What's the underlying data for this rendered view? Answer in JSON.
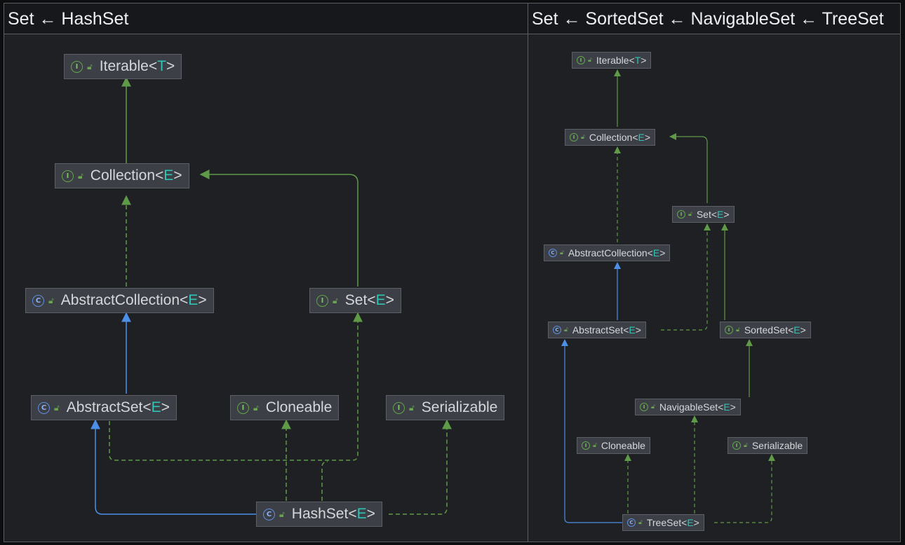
{
  "panels": [
    {
      "title": "Set ← HashSet",
      "nodes": {
        "iterable": {
          "kind": "interface",
          "name": "Iterable",
          "type_param": "T"
        },
        "collection": {
          "kind": "interface",
          "name": "Collection",
          "type_param": "E"
        },
        "abstract_collection": {
          "kind": "class",
          "name": "AbstractCollection",
          "type_param": "E"
        },
        "set": {
          "kind": "interface",
          "name": "Set",
          "type_param": "E"
        },
        "abstract_set": {
          "kind": "class",
          "name": "AbstractSet",
          "type_param": "E"
        },
        "cloneable": {
          "kind": "interface",
          "name": "Cloneable",
          "type_param": ""
        },
        "serializable": {
          "kind": "interface",
          "name": "Serializable",
          "type_param": ""
        },
        "hash_set": {
          "kind": "class",
          "name": "HashSet",
          "type_param": "E"
        }
      }
    },
    {
      "title": "Set ← SortedSet ← NavigableSet ← TreeSet",
      "nodes": {
        "iterable": {
          "kind": "interface",
          "name": "Iterable",
          "type_param": "T"
        },
        "collection": {
          "kind": "interface",
          "name": "Collection",
          "type_param": "E"
        },
        "set": {
          "kind": "interface",
          "name": "Set",
          "type_param": "E"
        },
        "abstract_collection": {
          "kind": "class",
          "name": "AbstractCollection",
          "type_param": "E"
        },
        "abstract_set": {
          "kind": "class",
          "name": "AbstractSet",
          "type_param": "E"
        },
        "sorted_set": {
          "kind": "interface",
          "name": "SortedSet",
          "type_param": "E"
        },
        "navigable_set": {
          "kind": "interface",
          "name": "NavigableSet",
          "type_param": "E"
        },
        "cloneable": {
          "kind": "interface",
          "name": "Cloneable",
          "type_param": ""
        },
        "serializable": {
          "kind": "interface",
          "name": "Serializable",
          "type_param": ""
        },
        "tree_set": {
          "kind": "class",
          "name": "TreeSet",
          "type_param": "E"
        }
      }
    }
  ],
  "icons": {
    "interface_badge": "I",
    "class_badge": "C",
    "lock_icon": "public-visibility-icon"
  },
  "colors": {
    "interface_edge": "#5f9a47",
    "class_edge": "#4d8fe6",
    "type_param": "#2ec4b6",
    "node_fill": "#3c3f45"
  }
}
